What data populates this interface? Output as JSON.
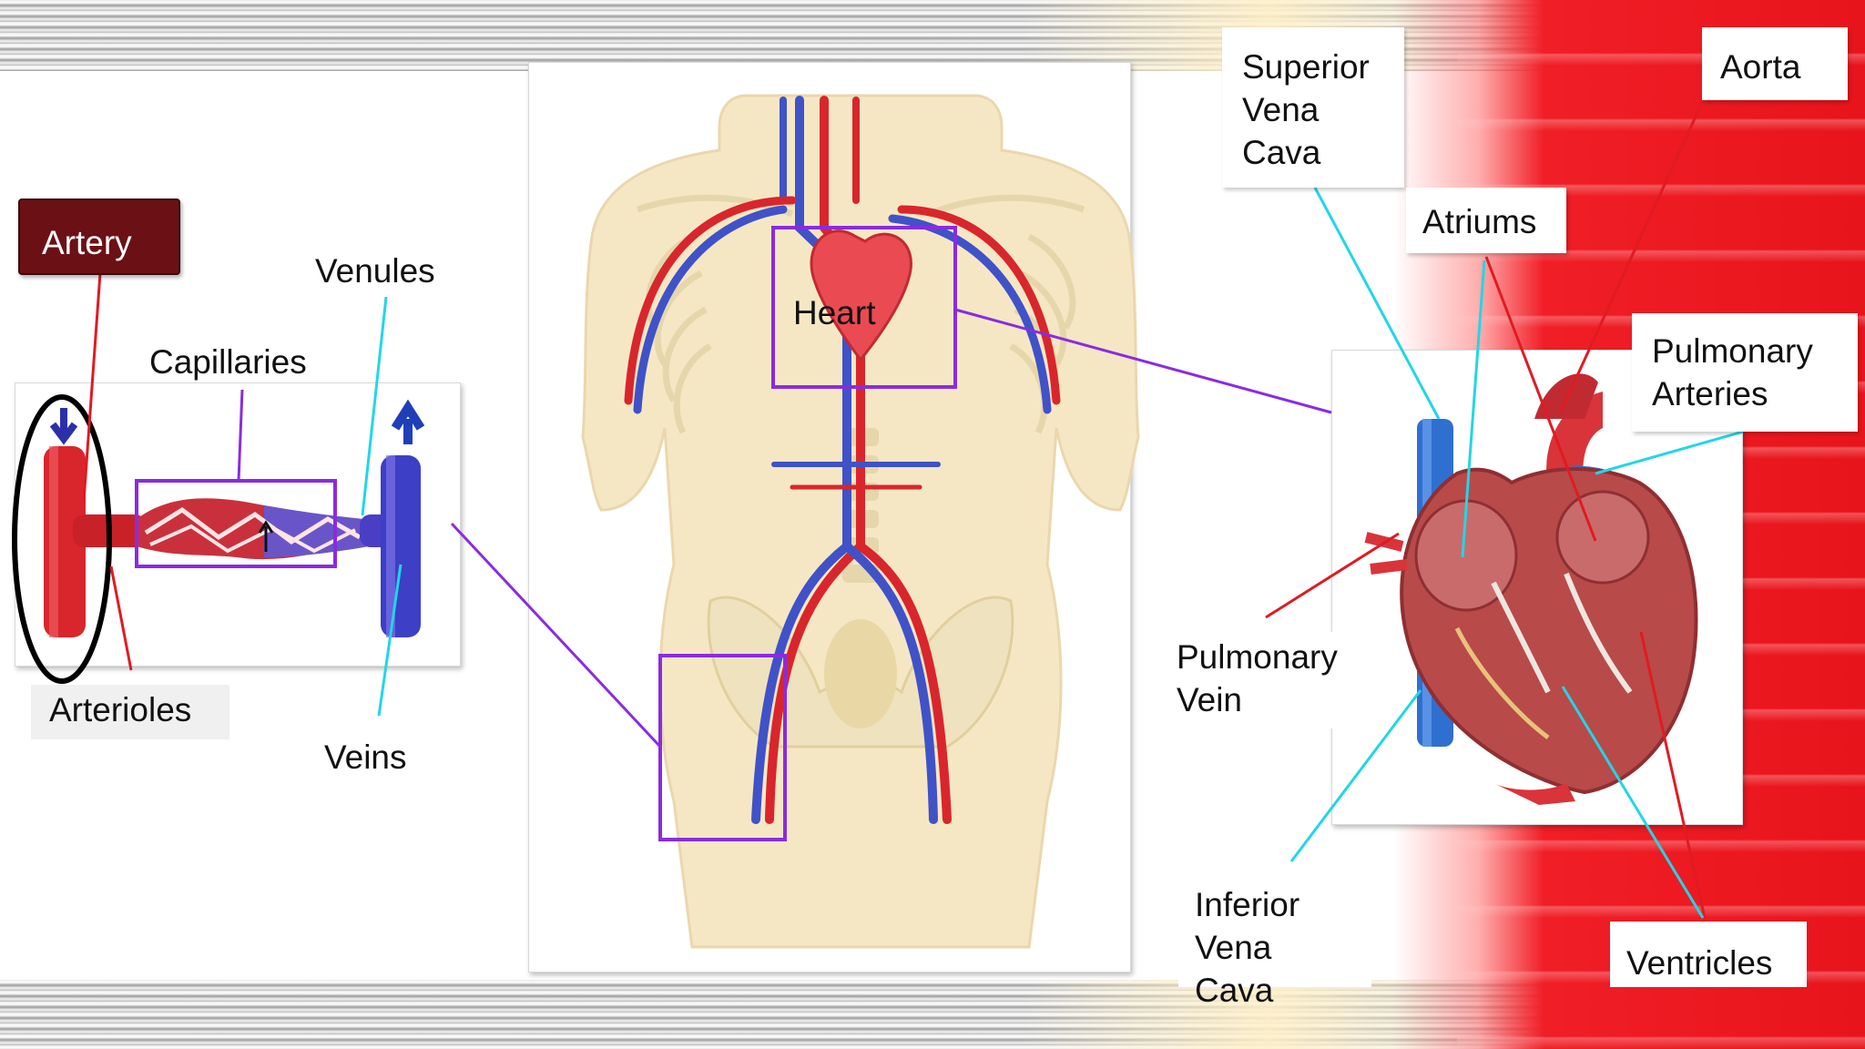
{
  "labels": {
    "artery": "Artery",
    "venules": "Venules",
    "capillaries": "Capillaries",
    "arterioles": "Arterioles",
    "veins": "Veins",
    "heart": "Heart",
    "superior_vena_cava": [
      "Superior",
      "Vena",
      "Cava"
    ],
    "aorta": "Aorta",
    "atriums": "Atriums",
    "pulmonary_arteries": [
      "Pulmonary",
      "Arteries"
    ],
    "pulmonary_vein": [
      "Pulmonary",
      "Vein"
    ],
    "inferior_vena_cava": [
      "Inferior",
      "Vena Cava"
    ],
    "ventricles": "Ventricles"
  },
  "colors": {
    "artery_red": "#d8262c",
    "vein_blue": "#3f52c8",
    "highlight_purple": "#8a2be2",
    "leader_cyan": "#22d6e6",
    "leader_red": "#e01b22",
    "body_skin": "#f6e7c4",
    "bone": "#efe2be"
  }
}
